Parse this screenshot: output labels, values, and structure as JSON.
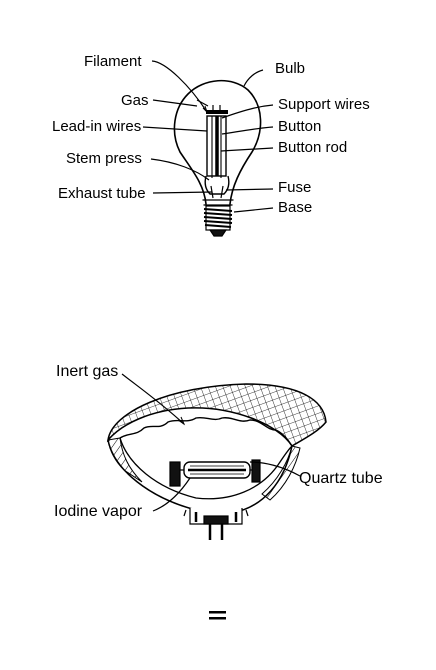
{
  "incandescent_diagram": {
    "labels": {
      "filament": "Filament",
      "bulb": "Bulb",
      "gas": "Gas",
      "support_wires": "Support wires",
      "lead_in_wires": "Lead-in wires",
      "button": "Button",
      "button_rod": "Button rod",
      "stem_press": "Stem press",
      "exhaust_tube": "Exhaust tube",
      "fuse": "Fuse",
      "base": "Base"
    }
  },
  "halogen_diagram": {
    "labels": {
      "inert_gas": "Inert gas",
      "quartz_tube": "Quartz tube",
      "iodine_vapor": "Iodine vapor"
    }
  },
  "colors": {
    "ink": "#000000",
    "background": "#ffffff"
  }
}
